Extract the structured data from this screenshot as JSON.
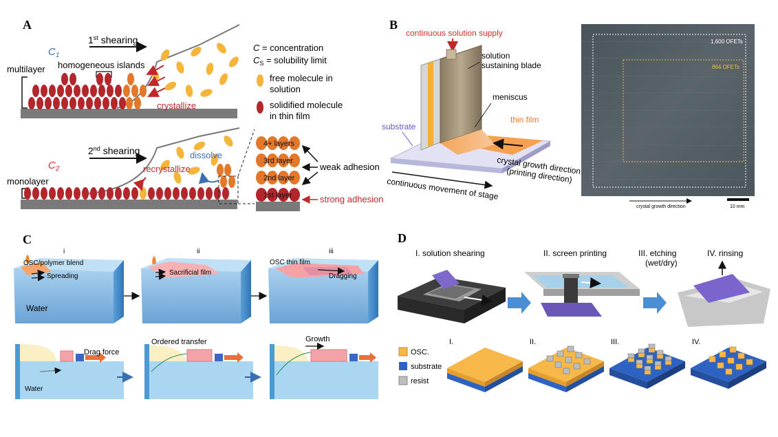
{
  "panel_a": {
    "letter": "A",
    "shear1": "shearing",
    "shear1_ord": "1",
    "shear1_sup": "st",
    "shear2": "shearing",
    "shear2_ord": "2",
    "shear2_sup": "nd",
    "c1": "C",
    "c1_sub": "1",
    "c2": "C",
    "c2_sub": "2",
    "multilayer": "multilayer",
    "monolayer": "monolayer",
    "homogeneous": "homogeneous islands",
    "crystallize": "crystallize",
    "recrystallize": "recrystallize",
    "dissolve": "dissolve",
    "legend_c": "= concentration",
    "legend_c_sym": "C",
    "legend_cs": "= solubility limit",
    "legend_cs_sym": "C",
    "legend_cs_sub": "S",
    "legend_free_1": "free molecule in",
    "legend_free_2": "solution",
    "legend_solid_1": "solidified molecule",
    "legend_solid_2": "in thin film",
    "layer4": "4+ layers",
    "layer3": "3rd layer",
    "layer2": "2nd layer",
    "layer1": "1st layer",
    "weak": "weak adhesion",
    "strong": "strong adhesion"
  },
  "panel_b": {
    "letter": "B",
    "supply": "continuous solution supply",
    "blade_1": "solution",
    "blade_2": "sustaining blade",
    "meniscus": "meniscus",
    "thin_film": "thin film",
    "substrate": "substrate",
    "growth_1": "crystal growth direction",
    "growth_2": "(printing direction)",
    "stage": "continuous movement of stage",
    "ofets_1600": "1,600 OFETs",
    "ofets_864": "864 OFETs",
    "growth_dir": "crystal growth direction",
    "scale": "10 mm"
  },
  "panel_c": {
    "letter": "C",
    "step_i": "i",
    "step_ii": "ii",
    "step_iii": "iii",
    "blend": "OSC/polymer blend",
    "spreading": "Spreading",
    "sacrificial": "Sacrificial film",
    "osc_film": "OSC thin film",
    "dragging": "Dragging",
    "water": "Water",
    "drag_force": "Drag force",
    "ordered": "Ordered transfer",
    "growth": "Growth",
    "water2": "Water"
  },
  "panel_d": {
    "letter": "D",
    "step1": "I. solution shearing",
    "step2": "II. screen printing",
    "step3_1": "III. etching",
    "step3_2": "(wet/dry)",
    "step4": "IV. rinsing",
    "legend_osc": "OSC.",
    "legend_sub": "substrate",
    "legend_resist": "resist",
    "r1": "I.",
    "r2": "II.",
    "r3": "III.",
    "r4": "IV."
  },
  "colors": {
    "red_mol": "#b3262b",
    "orange_mol": "#e3782a",
    "yellow_mol": "#f4b53a",
    "substrate_gray": "#7a7a7a",
    "red_text": "#d0312d",
    "blue_text": "#3a6fb5",
    "purple": "#7a63c9",
    "water_blue": "#7fb6e0",
    "arrow_blue": "#4a8fd4",
    "osc_yellow": "#f7b84a",
    "sub_blue": "#2f63c3"
  }
}
